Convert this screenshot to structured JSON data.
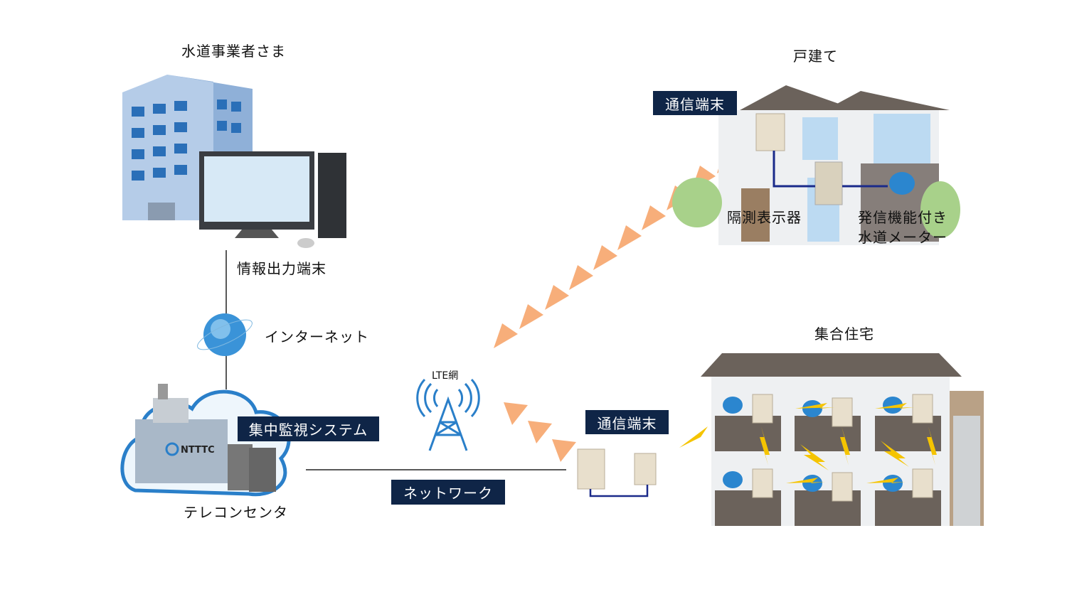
{
  "labels": {
    "water_utility": "水道事業者さま",
    "info_output_terminal": "情報出力端末",
    "internet": "インターネット",
    "central_monitoring": "集中監視システム",
    "telecon_center": "テレコンセンタ",
    "network": "ネットワーク",
    "lte": "LTE網",
    "comm_terminal_house": "通信端末",
    "comm_terminal_apartment": "通信端末",
    "detached_house": "戸建て",
    "remote_display": "隔測表示器",
    "meter_line1": "発信機能付き",
    "meter_line2": "水道メーター",
    "apartment": "集合住宅",
    "building_logo": "NTTTC"
  },
  "colors": {
    "label_box": "#0f2547",
    "signal_triangle": "#f7ae7a",
    "lightning": "#f5c400",
    "building_blue": "#a9c4e4",
    "roof": "#6b625b",
    "cloud_stroke": "#2a7fc9"
  }
}
